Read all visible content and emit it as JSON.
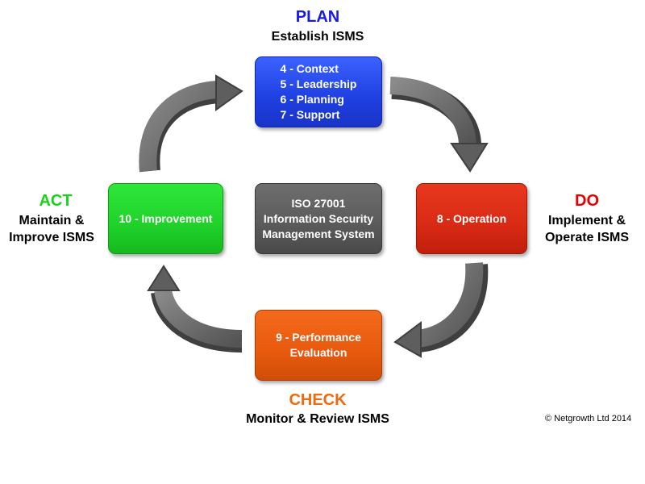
{
  "colors": {
    "plan": "#1a1ae6",
    "do": "#e60000",
    "check": "#ee6a10",
    "act": "#18d418",
    "arrow": "#6b6b6b"
  },
  "plan": {
    "title": "PLAN",
    "subtitle": "Establish ISMS",
    "items": [
      "4 - Context",
      "5 - Leadership",
      "6 - Planning",
      "7 - Support"
    ]
  },
  "do": {
    "title": "DO",
    "subtitle_lines": [
      "Implement &",
      "Operate ISMS"
    ],
    "box_label": "8 - Operation"
  },
  "check": {
    "title": "CHECK",
    "subtitle": "Monitor & Review ISMS",
    "box_lines": [
      "9 - Performance",
      "Evaluation"
    ]
  },
  "act": {
    "title": "ACT",
    "subtitle_lines": [
      "Maintain &",
      "Improve ISMS"
    ],
    "box_label": "10 - Improvement"
  },
  "center": {
    "lines": [
      "ISO 27001",
      "Information Security",
      "Management System"
    ]
  },
  "copyright": "© Netgrowth Ltd 2014"
}
